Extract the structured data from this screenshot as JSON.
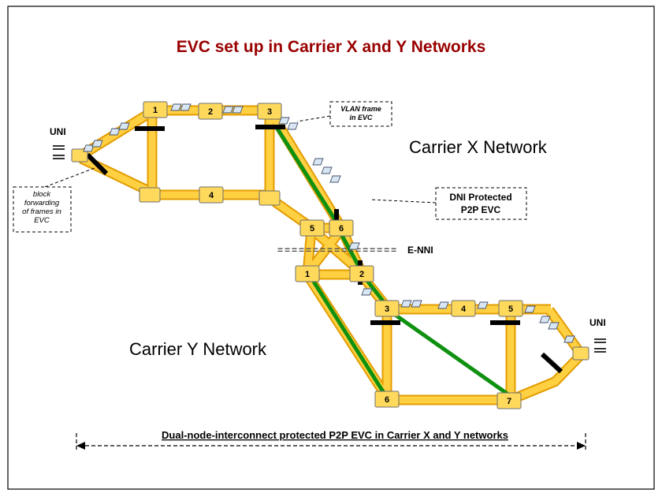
{
  "title": "EVC set up in Carrier X and Y Networks",
  "labels": {
    "carrier_x_network": "Carrier X Network",
    "carrier_y_network": "Carrier Y Network",
    "uni_left": "UNI",
    "uni_right": "UNI",
    "enni": "E-NNI",
    "enni_row": "=================",
    "bottom_caption": "Dual-node-interconnect protected P2P EVC in Carrier X and Y networks"
  },
  "callouts": {
    "vlan_frame": {
      "line1": "VLAN frame",
      "line2": "in EVC"
    },
    "block_forwarding": {
      "line1": "block",
      "line2": "forwarding",
      "line3": "of frames in",
      "line4": "EVC"
    },
    "dni_protected": {
      "line1": "DNI Protected",
      "line2": "P2P EVC"
    }
  },
  "nodes": {
    "x1": {
      "label": "1"
    },
    "x2": {
      "label": "2"
    },
    "x3": {
      "label": "3"
    },
    "x4": {
      "label": "4"
    },
    "j1": {
      "label": ""
    },
    "j2": {
      "label": ""
    },
    "xg1": {
      "label": "5"
    },
    "xg2": {
      "label": "6"
    },
    "yg1": {
      "label": "1"
    },
    "yg2": {
      "label": "2"
    },
    "y3": {
      "label": "3"
    },
    "y4": {
      "label": "4"
    },
    "y5": {
      "label": "5"
    },
    "y6": {
      "label": "6"
    },
    "y7": {
      "label": "7"
    },
    "e1": {
      "label": ""
    },
    "e2": {
      "label": ""
    }
  },
  "legend_colors": {
    "link_yellow": "#FFD042",
    "link_outline": "#E39C00",
    "protected_path_green": "#0F9110",
    "blocked_port_black": "#000000",
    "vlan_frame_fill": "#D9E7F5",
    "title_red": "#990000"
  }
}
